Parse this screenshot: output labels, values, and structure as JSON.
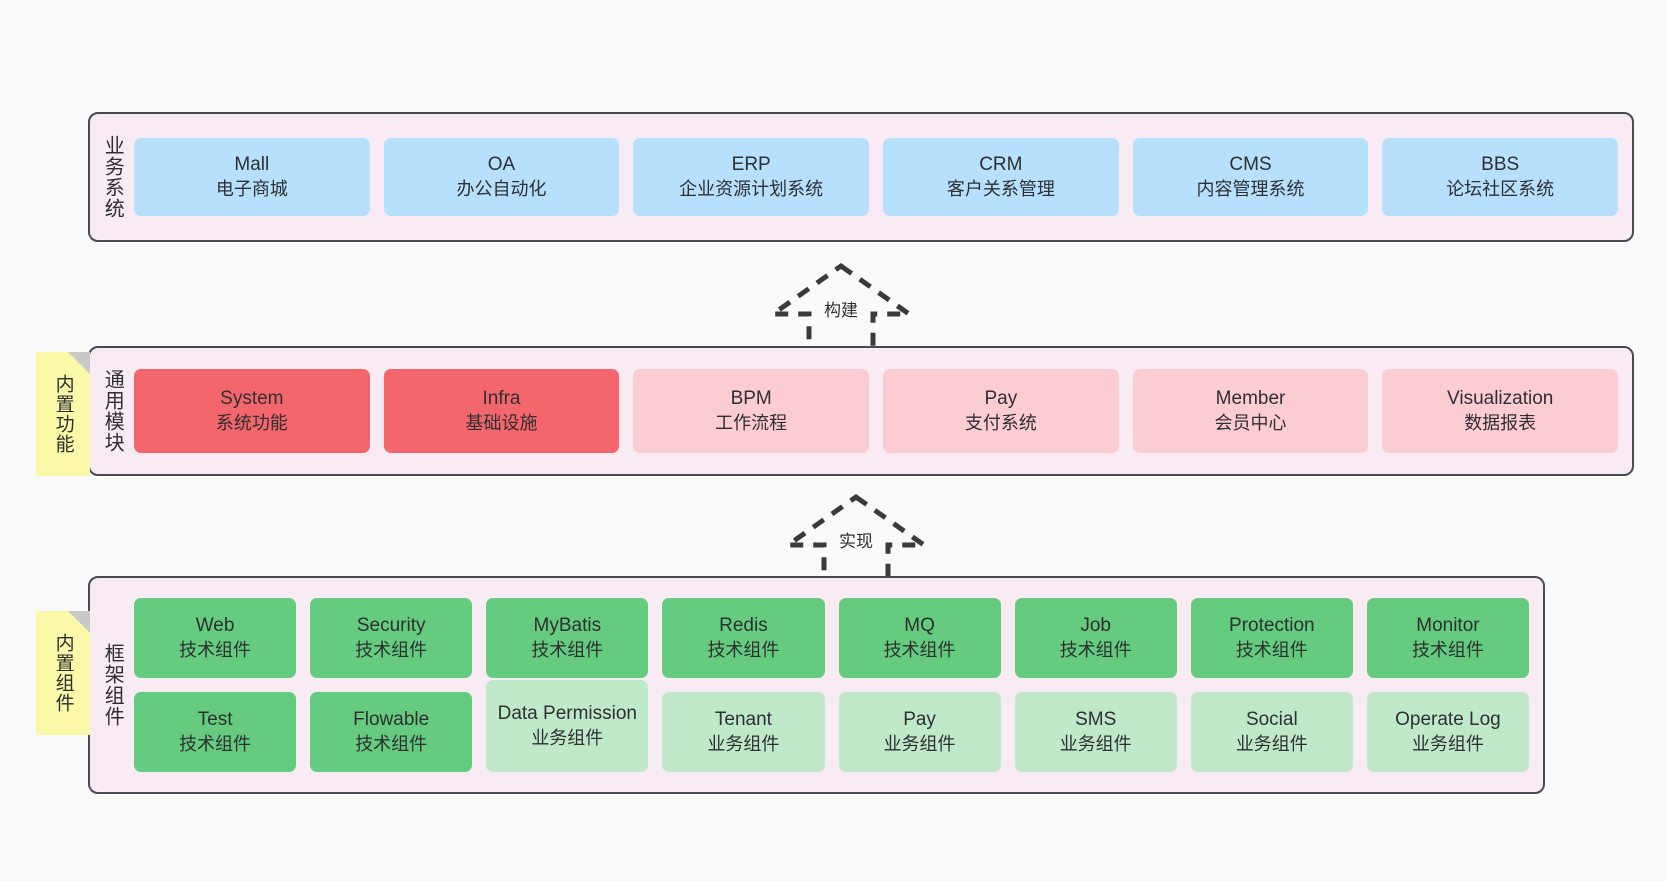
{
  "diagram": {
    "colors": {
      "canvas": "#fafafa",
      "panel_bg": "#f9ebf4",
      "panel_border": "#4a4a52",
      "blue": "#b6e0fb",
      "red": "#f2666c",
      "pink": "#fbcdd2",
      "green": "#64cb7f",
      "mint": "#bfe9c9",
      "note_yellow": "#fbf8a8",
      "note_fold": "#c9c9c9"
    }
  },
  "notes": [
    {
      "label": "内置功能",
      "name": "builtin-features"
    },
    {
      "label": "内置组件",
      "name": "builtin-components"
    }
  ],
  "connectors": [
    {
      "label": "构建",
      "name": "build"
    },
    {
      "label": "实现",
      "name": "implement"
    }
  ],
  "layers": {
    "business": {
      "title": "业务系统",
      "items": [
        {
          "name": "Mall",
          "desc": "电子商城",
          "color": "blue"
        },
        {
          "name": "OA",
          "desc": "办公自动化",
          "color": "blue"
        },
        {
          "name": "ERP",
          "desc": "企业资源计划系统",
          "color": "blue"
        },
        {
          "name": "CRM",
          "desc": "客户关系管理",
          "color": "blue"
        },
        {
          "name": "CMS",
          "desc": "内容管理系统",
          "color": "blue"
        },
        {
          "name": "BBS",
          "desc": "论坛社区系统",
          "color": "blue"
        }
      ]
    },
    "modules": {
      "title": "通用模块",
      "items": [
        {
          "name": "System",
          "desc": "系统功能",
          "color": "red"
        },
        {
          "name": "Infra",
          "desc": "基础设施",
          "color": "red"
        },
        {
          "name": "BPM",
          "desc": "工作流程",
          "color": "pink"
        },
        {
          "name": "Pay",
          "desc": "支付系统",
          "color": "pink"
        },
        {
          "name": "Member",
          "desc": "会员中心",
          "color": "pink"
        },
        {
          "name": "Visualization",
          "desc": "数据报表",
          "color": "pink"
        }
      ]
    },
    "framework": {
      "title": "框架组件",
      "row1": [
        {
          "name": "Web",
          "desc": "技术组件",
          "color": "green"
        },
        {
          "name": "Security",
          "desc": "技术组件",
          "color": "green"
        },
        {
          "name": "MyBatis",
          "desc": "技术组件",
          "color": "green"
        },
        {
          "name": "Redis",
          "desc": "技术组件",
          "color": "green"
        },
        {
          "name": "MQ",
          "desc": "技术组件",
          "color": "green"
        },
        {
          "name": "Job",
          "desc": "技术组件",
          "color": "green"
        },
        {
          "name": "Protection",
          "desc": "技术组件",
          "color": "green"
        },
        {
          "name": "Monitor",
          "desc": "技术组件",
          "color": "green"
        }
      ],
      "row2": [
        {
          "name": "Test",
          "desc": "技术组件",
          "color": "green"
        },
        {
          "name": "Flowable",
          "desc": "技术组件",
          "color": "green"
        },
        {
          "name": "Data Permission",
          "desc": "业务组件",
          "color": "mint",
          "tall": true
        },
        {
          "name": "Tenant",
          "desc": "业务组件",
          "color": "mint"
        },
        {
          "name": "Pay",
          "desc": "业务组件",
          "color": "mint"
        },
        {
          "name": "SMS",
          "desc": "业务组件",
          "color": "mint"
        },
        {
          "name": "Social",
          "desc": "业务组件",
          "color": "mint"
        },
        {
          "name": "Operate Log",
          "desc": "业务组件",
          "color": "mint"
        }
      ]
    }
  }
}
